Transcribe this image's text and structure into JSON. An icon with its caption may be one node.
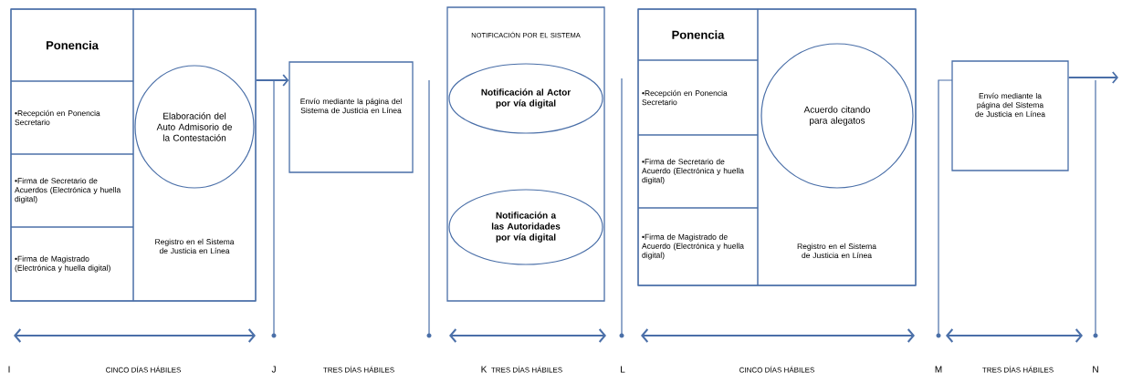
{
  "diagram": {
    "nodes": [
      {
        "text": [],
        "shape": "box"
      },
      {
        "text": [
          "Ponencia"
        ],
        "in": 0
      },
      {
        "text": [
          "•Recepción en Ponencia Secretario"
        ],
        "in": 0
      },
      {
        "text": [
          "•Firma de Secretario de Acuerdos (Electrónica y huella digital)"
        ],
        "in": 0
      },
      {
        "text": [
          "•Firma de Magistrado (Electrónica y huella digital)"
        ],
        "in": 0
      },
      {
        "text": [
          "Registro en el Sistema de Justicia en Línea"
        ],
        "in": 0
      },
      {
        "text": [
          "Elaboración del Auto Admisorio de la Contestación"
        ],
        "in": 5
      },
      {
        "text": [
          "Envío mediante la página del Sistema de Justicia en Línea"
        ]
      },
      {
        "text": [
          "NOTIFICACIÓN POR EL SISTEMA"
        ]
      },
      {
        "text": [
          "Notificación al Actor por vía digital"
        ],
        "in": 8
      },
      {
        "text": [
          "Notificación a las Autoridades por vía digital"
        ],
        "in": 8
      },
      {
        "text": [],
        "shape": "box"
      },
      {
        "text": [
          "Ponencia"
        ],
        "in": 11
      },
      {
        "text": [
          "•Recepción en Ponencia Secretario"
        ],
        "in": 11
      },
      {
        "text": [
          "•Firma de Secretario de Acuerdo (Electrónica y huella digital)"
        ],
        "in": 11
      },
      {
        "text": [
          "•Firma de Magistrado de Acuerdo (Electrónica y huella digital)"
        ],
        "in": 11
      },
      {
        "text": [
          "Registro en el Sistema de Justicia en Línea"
        ],
        "in": 11
      },
      {
        "text": [
          "Acuerdo citando para alegatos"
        ],
        "in": 16
      },
      {
        "text": [
          "Envío mediante la página del Sistema de Justicia en Línea"
        ]
      }
    ],
    "edges": [
      {
        "from": 0,
        "to": 7,
        "arrow": "to"
      },
      {
        "from": 18,
        "to": null,
        "arrow": "to"
      }
    ],
    "labels": [
      "I",
      "CINCO DÍAS HÁBILES",
      "J",
      "TRES DÍAS HÁBILES",
      "K",
      "TRES DÍAS HÁBILES",
      "L",
      "CINCO DÍAS HÁBILES",
      "M",
      "TRES DÍAS HÁBILES",
      "N"
    ]
  }
}
